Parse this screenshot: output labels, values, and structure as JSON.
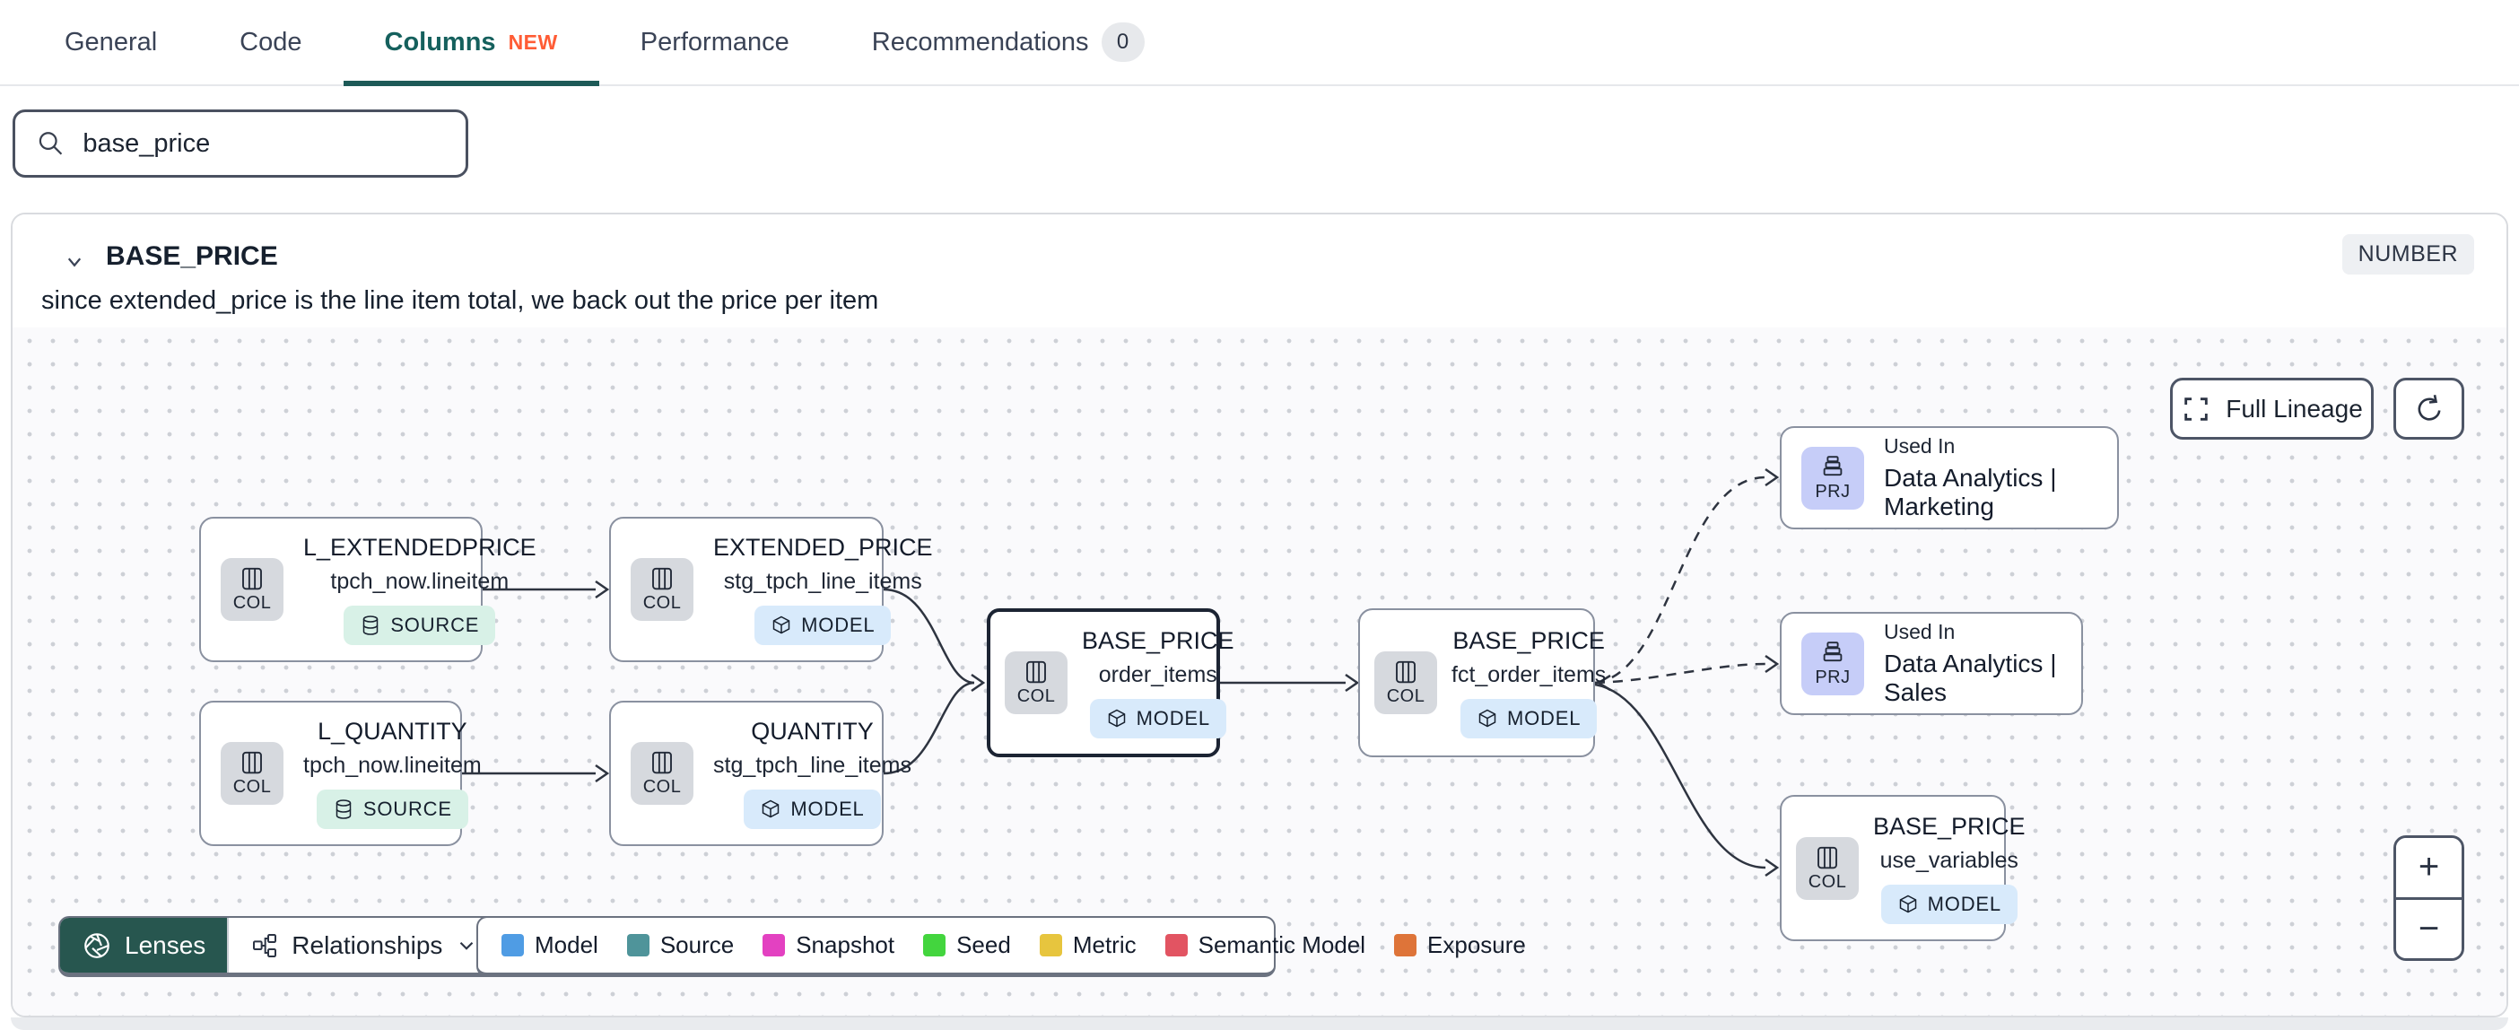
{
  "tabs": {
    "items": [
      {
        "label": "General"
      },
      {
        "label": "Code"
      },
      {
        "label": "Columns",
        "badge": "NEW"
      },
      {
        "label": "Performance"
      },
      {
        "label": "Recommendations",
        "count": "0"
      }
    ]
  },
  "search": {
    "value": "base_price"
  },
  "column": {
    "title": "BASE_PRICE",
    "type": "NUMBER",
    "description": "since extended_price is the line item total, we back out the price per item"
  },
  "lineage": {
    "full_lineage_label": "Full Lineage",
    "zoom_in": "+",
    "zoom_out": "−",
    "lenses_label": "Lenses",
    "relationships_label": "Relationships",
    "nodes": [
      {
        "title": "L_EXTENDEDPRICE",
        "subtitle": "tpch_now.lineitem",
        "chip": "COL",
        "badge": "SOURCE"
      },
      {
        "title": "EXTENDED_PRICE",
        "subtitle": "stg_tpch_line_items",
        "chip": "COL",
        "badge": "MODEL"
      },
      {
        "title": "L_QUANTITY",
        "subtitle": "tpch_now.lineitem",
        "chip": "COL",
        "badge": "SOURCE"
      },
      {
        "title": "QUANTITY",
        "subtitle": "stg_tpch_line_items",
        "chip": "COL",
        "badge": "MODEL"
      },
      {
        "title": "BASE_PRICE",
        "subtitle": "order_items",
        "chip": "COL",
        "badge": "MODEL"
      },
      {
        "title": "BASE_PRICE",
        "subtitle": "fct_order_items",
        "chip": "COL",
        "badge": "MODEL"
      },
      {
        "kicker": "Used In",
        "title": "Data Analytics | Marketing",
        "chip": "PRJ"
      },
      {
        "kicker": "Used In",
        "title": "Data Analytics | Sales",
        "chip": "PRJ"
      },
      {
        "title": "BASE_PRICE",
        "subtitle": "use_variables",
        "chip": "COL",
        "badge": "MODEL"
      }
    ],
    "legend": [
      {
        "label": "Model",
        "color": "#4f9ce4"
      },
      {
        "label": "Source",
        "color": "#4f949a"
      },
      {
        "label": "Snapshot",
        "color": "#e341c1"
      },
      {
        "label": "Seed",
        "color": "#43d53e"
      },
      {
        "label": "Metric",
        "color": "#e7c53e"
      },
      {
        "label": "Semantic Model",
        "color": "#e25462"
      },
      {
        "label": "Exposure",
        "color": "#de7439"
      }
    ]
  }
}
